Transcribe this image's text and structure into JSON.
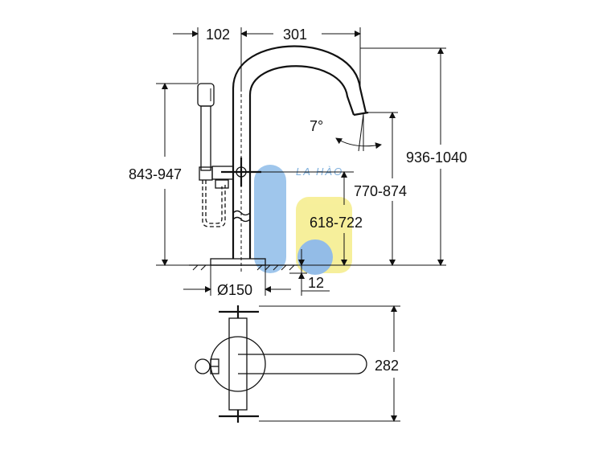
{
  "dimensions": {
    "top_left_width": "102",
    "top_right_width": "301",
    "left_height": "843-947",
    "right_height": "936-1040",
    "spout_angle": "7°",
    "spout_height": "770-874",
    "lower_height": "618-722",
    "base_diameter": "Ø150",
    "floor_offset": "12",
    "plan_depth": "282"
  },
  "watermark": {
    "text": "LA HÀO",
    "colors": {
      "blue": "#4a90d9",
      "yellow": "#f2e04a"
    }
  },
  "colors": {
    "line": "#111111",
    "background": "#ffffff"
  }
}
